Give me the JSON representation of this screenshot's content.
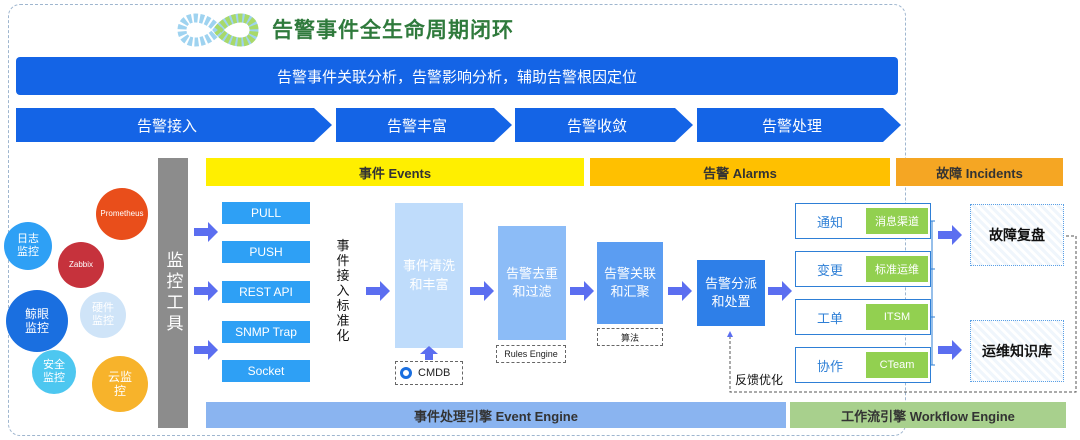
{
  "title": "告警事件全生命周期闭环",
  "banner": "告警事件关联分析，告警影响分析，辅助告警根因定位",
  "stages": [
    "告警接入",
    "告警丰富",
    "告警收敛",
    "告警处理"
  ],
  "phases": {
    "events": "事件 Events",
    "alarms": "告警 Alarms",
    "incidents": "故障 Incidents"
  },
  "sources": {
    "log": "日志\n监控",
    "prometheus": "Prometheus",
    "zabbix": "Zabbix",
    "whale": "鲸眼\n监控",
    "hardware": "硬件\n监控",
    "security": "安全\n监控",
    "cloud": "云监\n控"
  },
  "monitor_tools": "监控工具",
  "protocols": [
    "PULL",
    "PUSH",
    "REST API",
    "SNMP Trap",
    "Socket"
  ],
  "standardize": "事件接入标准化",
  "processes": {
    "clean": "事件清洗\n和丰富",
    "dedup": "告警去重\n和过滤",
    "correlate": "告警关联\n和汇聚",
    "dispatch": "告警分派\n和处置"
  },
  "cmdb": "CMDB",
  "rules_engine": "Rules Engine",
  "algorithm": "算法",
  "feedback": "反馈优化",
  "workflows": [
    {
      "label": "通知",
      "chip": "消息渠道"
    },
    {
      "label": "变更",
      "chip": "标准运维"
    },
    {
      "label": "工单",
      "chip": "ITSM"
    },
    {
      "label": "协作",
      "chip": "CTeam"
    }
  ],
  "outputs": {
    "review": "故障复盘",
    "knowledge": "运维知识库"
  },
  "engines": {
    "event": "事件处理引擎 Event Engine",
    "workflow": "工作流引擎 Workflow Engine"
  },
  "colors": {
    "primary_blue": "#1464e6",
    "events_yellow": "#ffef00",
    "alarms_orange": "#ffc000",
    "incidents_orange": "#f5a623",
    "title_green": "#2f7a3c"
  }
}
